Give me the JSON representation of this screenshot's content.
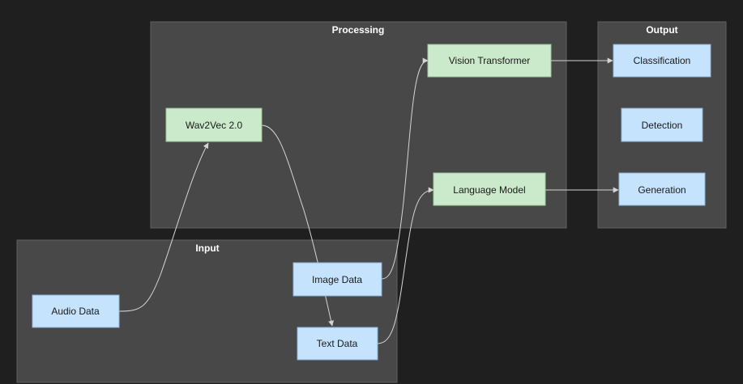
{
  "colors": {
    "background": "#1f1f1f",
    "cluster_fill": "#474847",
    "cluster_border": "#5f605f",
    "edge": "#d4d4d4",
    "blue_node_fill": "#c6e3fd",
    "blue_node_border": "#8fb3d9",
    "green_node_fill": "#cbe9cb",
    "green_node_border": "#9cc99c"
  },
  "clusters": {
    "processing": "Processing",
    "output": "Output",
    "input": "Input"
  },
  "nodes": {
    "vision_transformer": "Vision Transformer",
    "wav2vec": "Wav2Vec 2.0",
    "language_model": "Language Model",
    "classification": "Classification",
    "detection": "Detection",
    "generation": "Generation",
    "audio_data": "Audio Data",
    "image_data": "Image Data",
    "text_data": "Text Data"
  },
  "edges": [
    {
      "from": "audio_data",
      "to": "wav2vec"
    },
    {
      "from": "wav2vec",
      "to": "text_data"
    },
    {
      "from": "image_data",
      "to": "vision_transformer"
    },
    {
      "from": "text_data",
      "to": "language_model"
    },
    {
      "from": "vision_transformer",
      "to": "classification"
    },
    {
      "from": "language_model",
      "to": "generation"
    }
  ]
}
